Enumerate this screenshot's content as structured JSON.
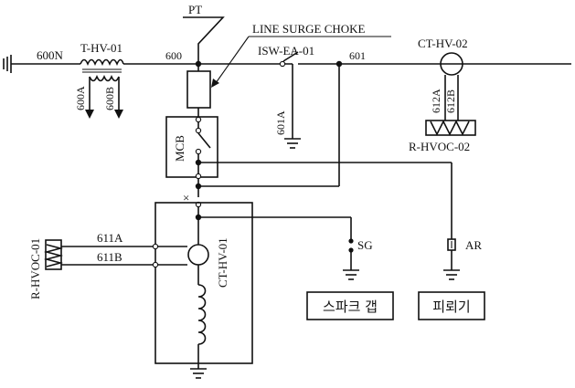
{
  "labels": {
    "n600N": "600N",
    "thv01": "T-HV-01",
    "n600A": "600A",
    "n600B": "600B",
    "n600": "600",
    "pt": "PT",
    "surge": "LINE SURGE CHOKE",
    "isw": "ISW-EA-01",
    "n601": "601",
    "n601A": "601A",
    "cthv02": "CT-HV-02",
    "n612A": "612A",
    "n612B": "612B",
    "rhvoc02": "R-HVOC-02",
    "mcb": "MCB",
    "rhvoc01": "R-HVOC-01",
    "n611A": "611A",
    "n611B": "611B",
    "cthv01": "CT-HV-01",
    "sg": "SG",
    "ar": "AR",
    "spark_gap_box": "스파크 갭",
    "arrester_box": "피뢰기",
    "cross": "×"
  }
}
